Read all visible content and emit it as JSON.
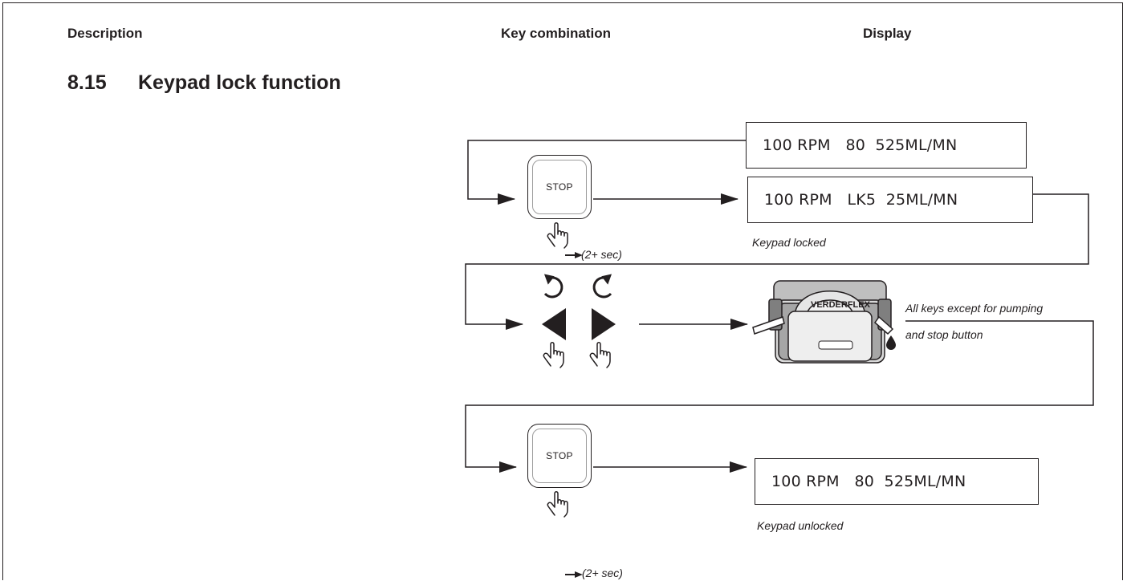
{
  "headers": {
    "description": "Description",
    "key_combination": "Key combination",
    "display": "Display"
  },
  "section": {
    "number": "8.15",
    "title": "Keypad lock function"
  },
  "steps": [
    {
      "button_label": "STOP",
      "duration": "(2+ sec)"
    },
    {
      "button_label": "STOP",
      "duration": "(2+ sec)"
    }
  ],
  "displays": [
    {
      "text": "100 RPM   80  525ML/MN"
    },
    {
      "text": "100 RPM   LK5  25ML/MN",
      "caption": "Keypad locked"
    },
    {
      "text": "100 RPM   80  525ML/MN",
      "caption": "Keypad unlocked"
    }
  ],
  "lock_scope": {
    "line1": "All keys except for pumping",
    "line2": "and stop button"
  },
  "pump_label": "VERDERFLEX",
  "colors": {
    "ink": "#231f20",
    "grey": "#9d9d9d"
  },
  "icons": [
    "stop-button",
    "hand-press-icon",
    "arrow-right-icon",
    "rotate-ccw-icon",
    "rotate-cw-icon",
    "triangle-left-icon",
    "triangle-right-icon",
    "peristaltic-pump-image",
    "droplet-icon"
  ]
}
